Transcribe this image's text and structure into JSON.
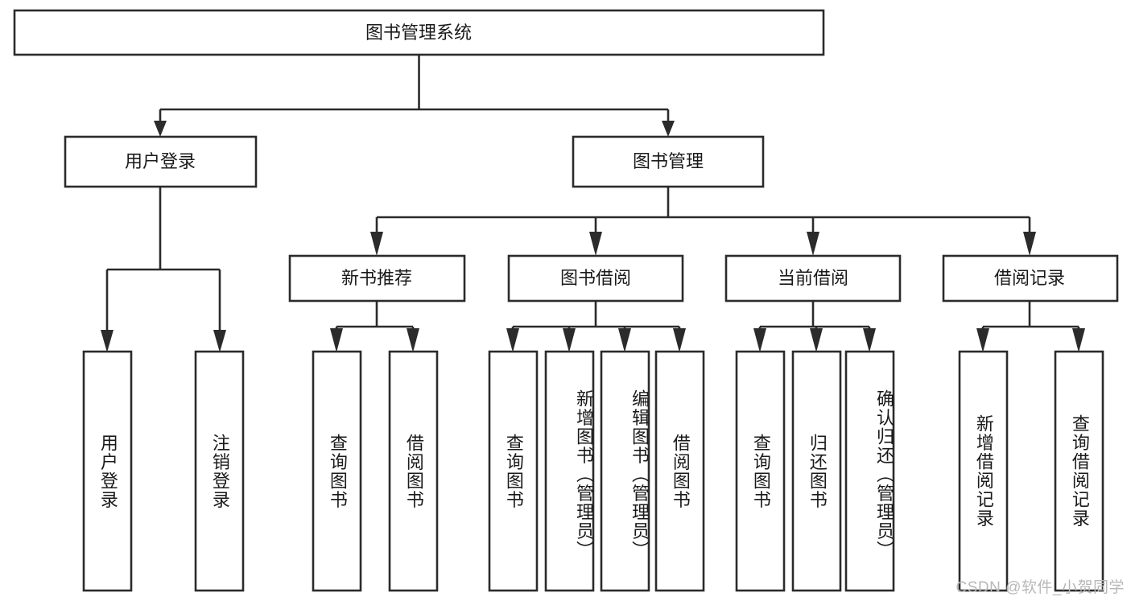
{
  "diagram": {
    "title": "图书管理系统",
    "type": "tree-hierarchy",
    "watermark": "CSDN @软件_小贺同学",
    "colors": {
      "stroke": "#2b2b2b",
      "fill": "#ffffff",
      "text": "#1a1a1a",
      "watermark": "#b8b8b8"
    },
    "root": {
      "label": "图书管理系统"
    },
    "level2": [
      {
        "label": "用户登录"
      },
      {
        "label": "图书管理"
      }
    ],
    "level3": [
      {
        "label": "新书推荐"
      },
      {
        "label": "图书借阅"
      },
      {
        "label": "当前借阅"
      },
      {
        "label": "借阅记录"
      }
    ],
    "leaves": {
      "user_login": [
        {
          "label": "用户登录"
        },
        {
          "label": "注销登录"
        }
      ],
      "new_book_recommend": [
        {
          "label": "查询图书"
        },
        {
          "label": "借阅图书"
        }
      ],
      "book_borrow": [
        {
          "label": "查询图书"
        },
        {
          "label": "新增图书（管理员）"
        },
        {
          "label": "编辑图书（管理员）"
        },
        {
          "label": "借阅图书"
        }
      ],
      "current_borrow": [
        {
          "label": "查询图书"
        },
        {
          "label": "归还图书"
        },
        {
          "label": "确认归还（管理员）"
        }
      ],
      "borrow_record": [
        {
          "label": "新增借阅记录"
        },
        {
          "label": "查询借阅记录"
        }
      ]
    }
  }
}
